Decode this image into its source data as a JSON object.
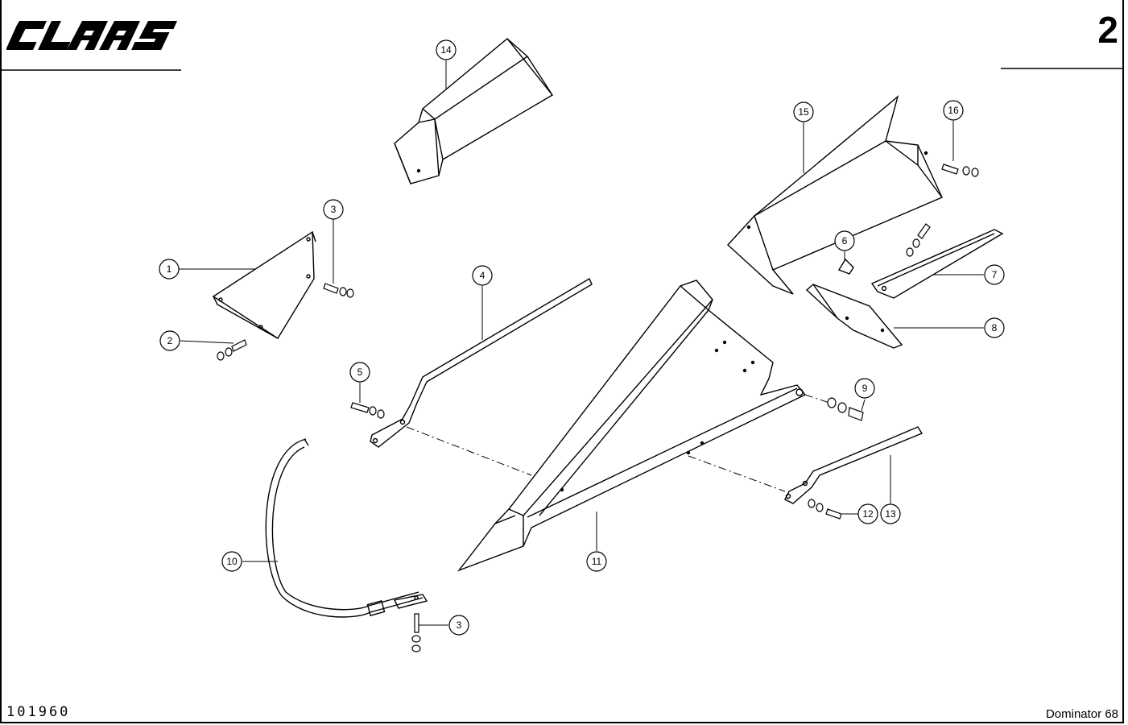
{
  "header": {
    "brand": "CLAAS",
    "page_number": "2"
  },
  "footer": {
    "drawing_id": "101960",
    "model": "Dominator 68"
  },
  "callouts": {
    "c1": "1",
    "c2": "2",
    "c3a": "3",
    "c3b": "3",
    "c4": "4",
    "c5": "5",
    "c6": "6",
    "c7": "7",
    "c8": "8",
    "c9": "9",
    "c10": "10",
    "c11": "11",
    "c12": "12",
    "c13": "13",
    "c14": "14",
    "c15": "15",
    "c16": "16"
  },
  "colors": {
    "ink": "#000000",
    "paper": "#ffffff"
  }
}
